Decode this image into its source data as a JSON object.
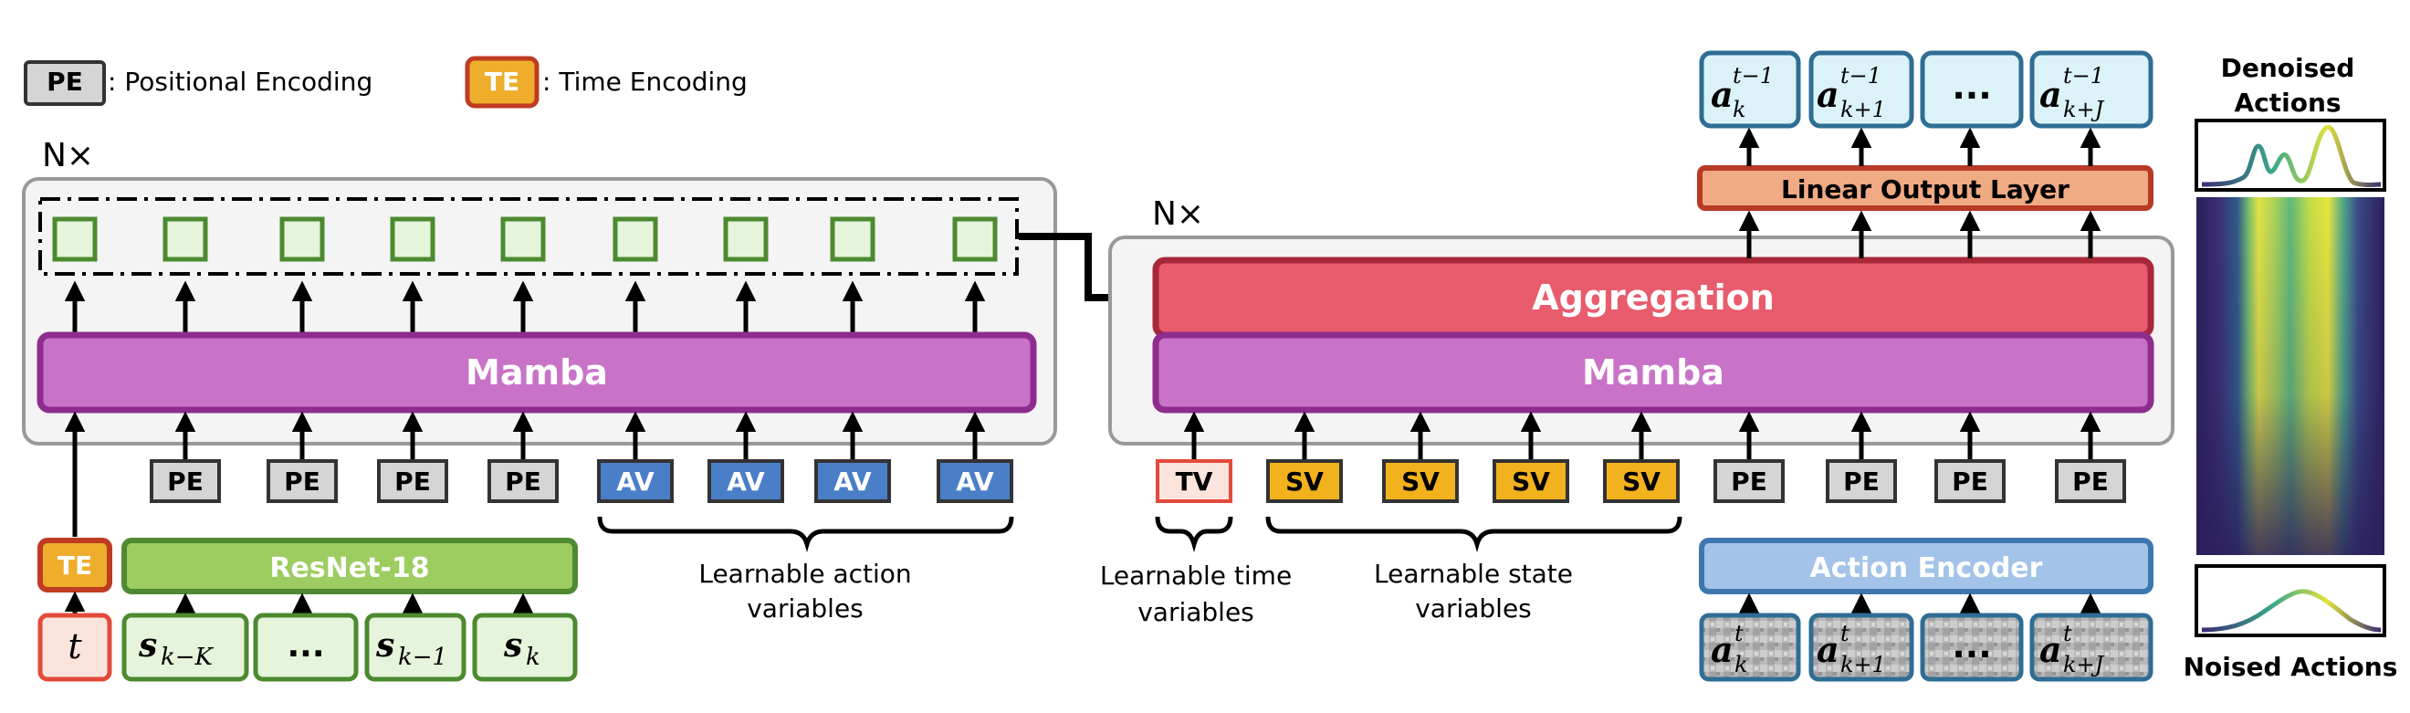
{
  "legend": {
    "pe_badge": "PE",
    "pe_text": ": Positional Encoding",
    "te_badge": "TE",
    "te_text": ": Time Encoding"
  },
  "left": {
    "repeat_label": "N×",
    "mamba": "Mamba",
    "te": "TE",
    "resnet": "ResNet-18",
    "pe_tokens": [
      "PE",
      "PE",
      "PE",
      "PE"
    ],
    "av_tokens": [
      "AV",
      "AV",
      "AV",
      "AV"
    ],
    "av_caption_line1": "Learnable action",
    "av_caption_line2": "variables",
    "time_input": "t",
    "state_inputs": [
      {
        "base": "s",
        "sub": "k−K"
      },
      {
        "base": "...",
        "sub": ""
      },
      {
        "base": "s",
        "sub": "k−1"
      },
      {
        "base": "s",
        "sub": "k"
      }
    ]
  },
  "right": {
    "repeat_label": "N×",
    "aggregation": "Aggregation",
    "mamba": "Mamba",
    "linear_output": "Linear Output Layer",
    "action_encoder": "Action Encoder",
    "tv": "TV",
    "sv_tokens": [
      "SV",
      "SV",
      "SV",
      "SV"
    ],
    "pe_tokens": [
      "PE",
      "PE",
      "PE",
      "PE"
    ],
    "tv_caption_line1": "Learnable time",
    "tv_caption_line2": "variables",
    "sv_caption_line1": "Learnable state",
    "sv_caption_line2": "variables",
    "outputs": [
      {
        "base": "a",
        "sub": "k",
        "sup": "t−1"
      },
      {
        "base": "a",
        "sub": "k+1",
        "sup": "t−1"
      },
      {
        "base": "...",
        "sub": "",
        "sup": ""
      },
      {
        "base": "a",
        "sub": "k+J",
        "sup": "t−1"
      }
    ],
    "inputs": [
      {
        "base": "a",
        "sub": "k",
        "sup": "t"
      },
      {
        "base": "a",
        "sub": "k+1",
        "sup": "t"
      },
      {
        "base": "...",
        "sub": "",
        "sup": ""
      },
      {
        "base": "a",
        "sub": "k+J",
        "sup": "t"
      }
    ]
  },
  "panel": {
    "title_line1": "Denoised",
    "title_line2": "Actions",
    "bottom_label": "Noised Actions"
  },
  "colors": {
    "mamba_fill": "#c873c8",
    "mamba_stroke": "#8e2d8e",
    "aggregation_fill": "#e85c6e",
    "aggregation_stroke": "#a8283a",
    "linear_fill": "#f0aa84",
    "linear_stroke": "#b83a25",
    "encoder_fill": "#a4c3e8",
    "encoder_stroke": "#3d77b0",
    "pe_fill": "#d5d5d5",
    "te_fill": "#eeae2c",
    "te_stroke": "#bf3b22",
    "av_fill": "#4a7fc8",
    "sv_fill": "#f2b21e",
    "resnet_fill": "#9dcc60",
    "resnet_stroke": "#4f8a32",
    "state_fill": "#e6f4dc",
    "output_fill": "#dbf3f8",
    "output_stroke": "#2f6d94",
    "green_stroke": "#4c8a30",
    "outer_fill": "#f4f4f4",
    "outer_stroke": "#999999"
  }
}
